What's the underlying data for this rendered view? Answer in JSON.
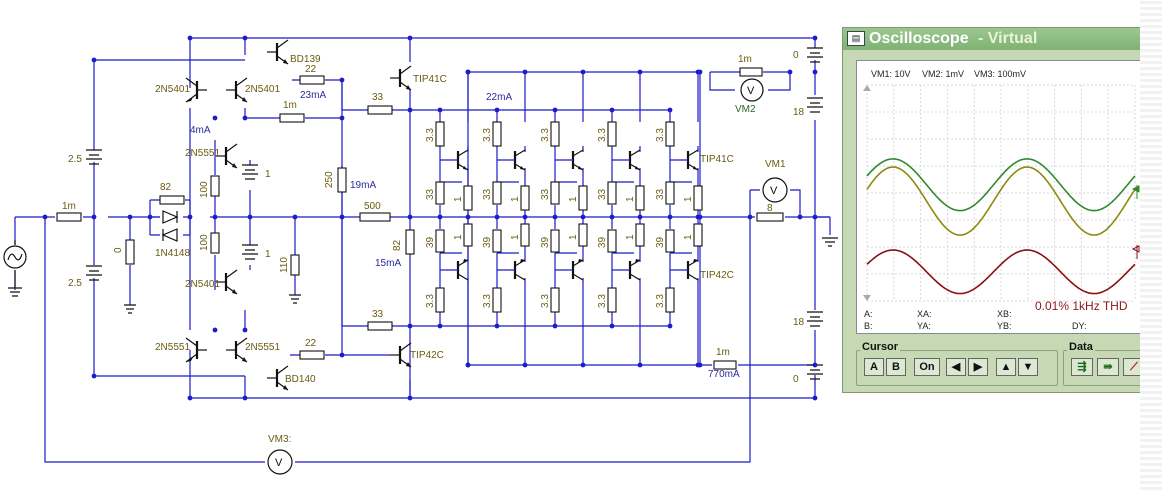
{
  "schematic": {
    "labels": {
      "q_bd139": "BD139",
      "q_bd140": "BD140",
      "q_2n5401_left": "2N5401",
      "q_2n5401_right": "2N5401",
      "q_2n5401_lower": "2N5401",
      "q_2n5551_mid": "2N5551",
      "q_2n5551_left": "2N5551",
      "q_2n5551_right": "2N5551",
      "q_tip41c_driver": "TIP41C",
      "q_tip42c_driver": "TIP42C",
      "q_tip41c_out": "TIP41C",
      "q_tip42c_out": "TIP42C",
      "diode": "1N4148",
      "r_22_top": "22",
      "r_22_bot": "22",
      "r_1m_top": "1m",
      "r_1m_in": "1m",
      "r_33_top": "33",
      "r_33_bot": "33",
      "r_82_diode": "82",
      "r_100_a": "100",
      "r_100_b": "100",
      "r_0": "0",
      "r_110": "110",
      "r_250": "250",
      "r_500": "500",
      "r_82_drv": "82",
      "r_33": "3.3",
      "r_emit": "1",
      "r_33b": "33",
      "r_39": "39",
      "r_1m_vm2": "1m",
      "r_1m_out": "1m",
      "r_load": "8",
      "bat_25": "2.5",
      "bat_1": "1",
      "bat_0": "0",
      "bat_18": "18",
      "i_23": "23mA",
      "i_4": "4mA",
      "i_22": "22mA",
      "i_19": "19mA",
      "i_15": "15mA",
      "i_770": "770mA",
      "vm1": "VM1",
      "vm2": "VM2",
      "vm3": "VM3:",
      "meter_v": "V"
    }
  },
  "oscilloscope": {
    "title": "Oscilloscope",
    "title_suffix": " - Virtual",
    "channel_scales": [
      "VM1: 10V",
      "VM2: 1mV",
      "VM3: 100mV"
    ],
    "readouts": {
      "a": "A:",
      "b": "B:",
      "xa": "XA:",
      "ya": "YA:",
      "xb": "XB:",
      "yb": "YB:",
      "dy": "DY:"
    },
    "thd_text": "0.01% 1kHz THD",
    "trace_colors": {
      "vm1": "#2f8a2f",
      "vm2": "#8c8a10",
      "vm3": "#8a1010"
    },
    "cursor_group_label": "Cursor",
    "cursor_buttons": [
      "A",
      "B",
      "On"
    ],
    "data_group_label": "Data"
  }
}
